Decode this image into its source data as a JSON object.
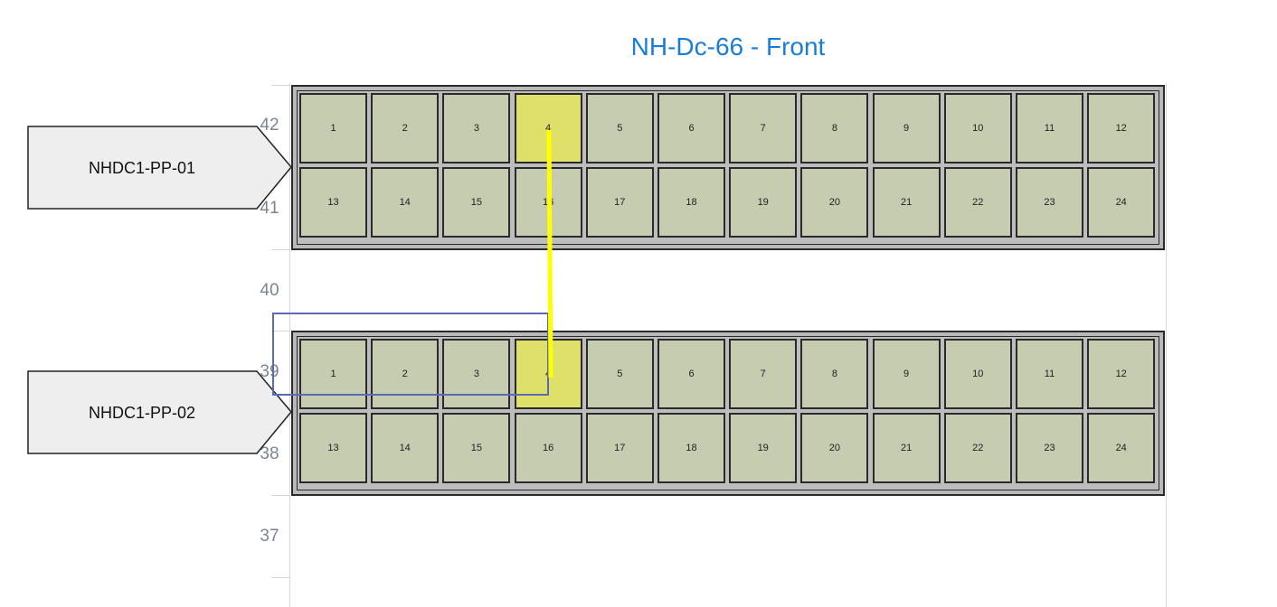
{
  "title": "NH-Dc-66 - Front",
  "rack_units": [
    "42",
    "41",
    "40",
    "39",
    "38",
    "37"
  ],
  "panels": [
    {
      "name": "NHDC1-PP-01",
      "ports": [
        "1",
        "2",
        "3",
        "4",
        "5",
        "6",
        "7",
        "8",
        "9",
        "10",
        "11",
        "12",
        "13",
        "14",
        "15",
        "16",
        "17",
        "18",
        "19",
        "20",
        "21",
        "22",
        "23",
        "24"
      ],
      "highlighted_port": "4"
    },
    {
      "name": "NHDC1-PP-02",
      "ports": [
        "1",
        "2",
        "3",
        "4",
        "5",
        "6",
        "7",
        "8",
        "9",
        "10",
        "11",
        "12",
        "13",
        "14",
        "15",
        "16",
        "17",
        "18",
        "19",
        "20",
        "21",
        "22",
        "23",
        "24"
      ],
      "highlighted_port": "4"
    }
  ],
  "cable": {
    "from": "NHDC1-PP-01 port 4",
    "to": "NHDC1-PP-02 port 4",
    "color": "#ffff00"
  },
  "colors": {
    "title": "#1a7ed8",
    "port": "#c5ccaf",
    "port_highlight": "#dfe06a",
    "selection": "#5a6bb3"
  }
}
